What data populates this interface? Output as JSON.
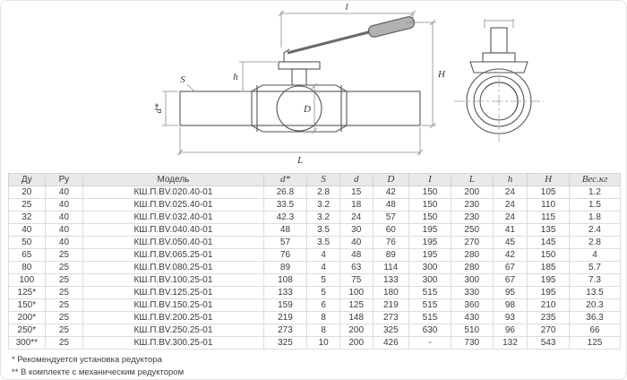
{
  "drawing": {
    "labels": {
      "l": "l",
      "H": "H",
      "h": "h",
      "S": "S",
      "d_star": "d*",
      "D": "D",
      "L": "L"
    }
  },
  "table": {
    "columns": [
      "Ду",
      "Ру",
      "Модель",
      "d*",
      "S",
      "d",
      "D",
      "I",
      "L",
      "h",
      "H",
      "Вес.кг"
    ],
    "rows": [
      [
        "20",
        "40",
        "КШ.П.BV.020.40-01",
        "26.8",
        "2.8",
        "15",
        "42",
        "150",
        "200",
        "24",
        "105",
        "1.2"
      ],
      [
        "25",
        "40",
        "КШ.П.BV.025.40-01",
        "33.5",
        "3.2",
        "18",
        "48",
        "150",
        "230",
        "24",
        "110",
        "1.5"
      ],
      [
        "32",
        "40",
        "КШ.П.BV.032.40-01",
        "42.3",
        "3.2",
        "24",
        "57",
        "150",
        "230",
        "24",
        "115",
        "1.8"
      ],
      [
        "40",
        "40",
        "КШ.П.BV.040.40-01",
        "48",
        "3.5",
        "30",
        "60",
        "195",
        "250",
        "41",
        "135",
        "2.4"
      ],
      [
        "50",
        "40",
        "КШ.П.BV.050.40-01",
        "57",
        "3.5",
        "40",
        "76",
        "195",
        "270",
        "45",
        "145",
        "2.8"
      ],
      [
        "65",
        "25",
        "КШ.П.BV.065.25-01",
        "76",
        "4",
        "48",
        "89",
        "195",
        "280",
        "42",
        "150",
        "4"
      ],
      [
        "80",
        "25",
        "КШ.П.BV.080.25-01",
        "89",
        "4",
        "63",
        "114",
        "300",
        "280",
        "67",
        "185",
        "5.7"
      ],
      [
        "100",
        "25",
        "КШ.П.BV.100.25-01",
        "108",
        "5",
        "75",
        "133",
        "300",
        "300",
        "67",
        "195",
        "7.3"
      ],
      [
        "125*",
        "25",
        "КШ.П.BV.125.25-01",
        "133",
        "5",
        "100",
        "180",
        "515",
        "330",
        "95",
        "195",
        "13.5"
      ],
      [
        "150*",
        "25",
        "КШ.П.BV.150.25-01",
        "159",
        "6",
        "125",
        "219",
        "515",
        "360",
        "98",
        "210",
        "20.3"
      ],
      [
        "200*",
        "25",
        "КШ.П.BV.200.25-01",
        "219",
        "8",
        "148",
        "273",
        "515",
        "430",
        "93",
        "235",
        "36.3"
      ],
      [
        "250*",
        "25",
        "КШ.П.BV.250.25-01",
        "273",
        "8",
        "200",
        "325",
        "630",
        "510",
        "96",
        "270",
        "66"
      ],
      [
        "300**",
        "25",
        "КШ.П.BV.300.25-01",
        "325",
        "10",
        "200",
        "426",
        "-",
        "730",
        "132",
        "543",
        "125"
      ]
    ]
  },
  "footnotes": [
    "* Рекомендуется установка редуктора",
    "** В комплекте с механическим редуктором"
  ]
}
